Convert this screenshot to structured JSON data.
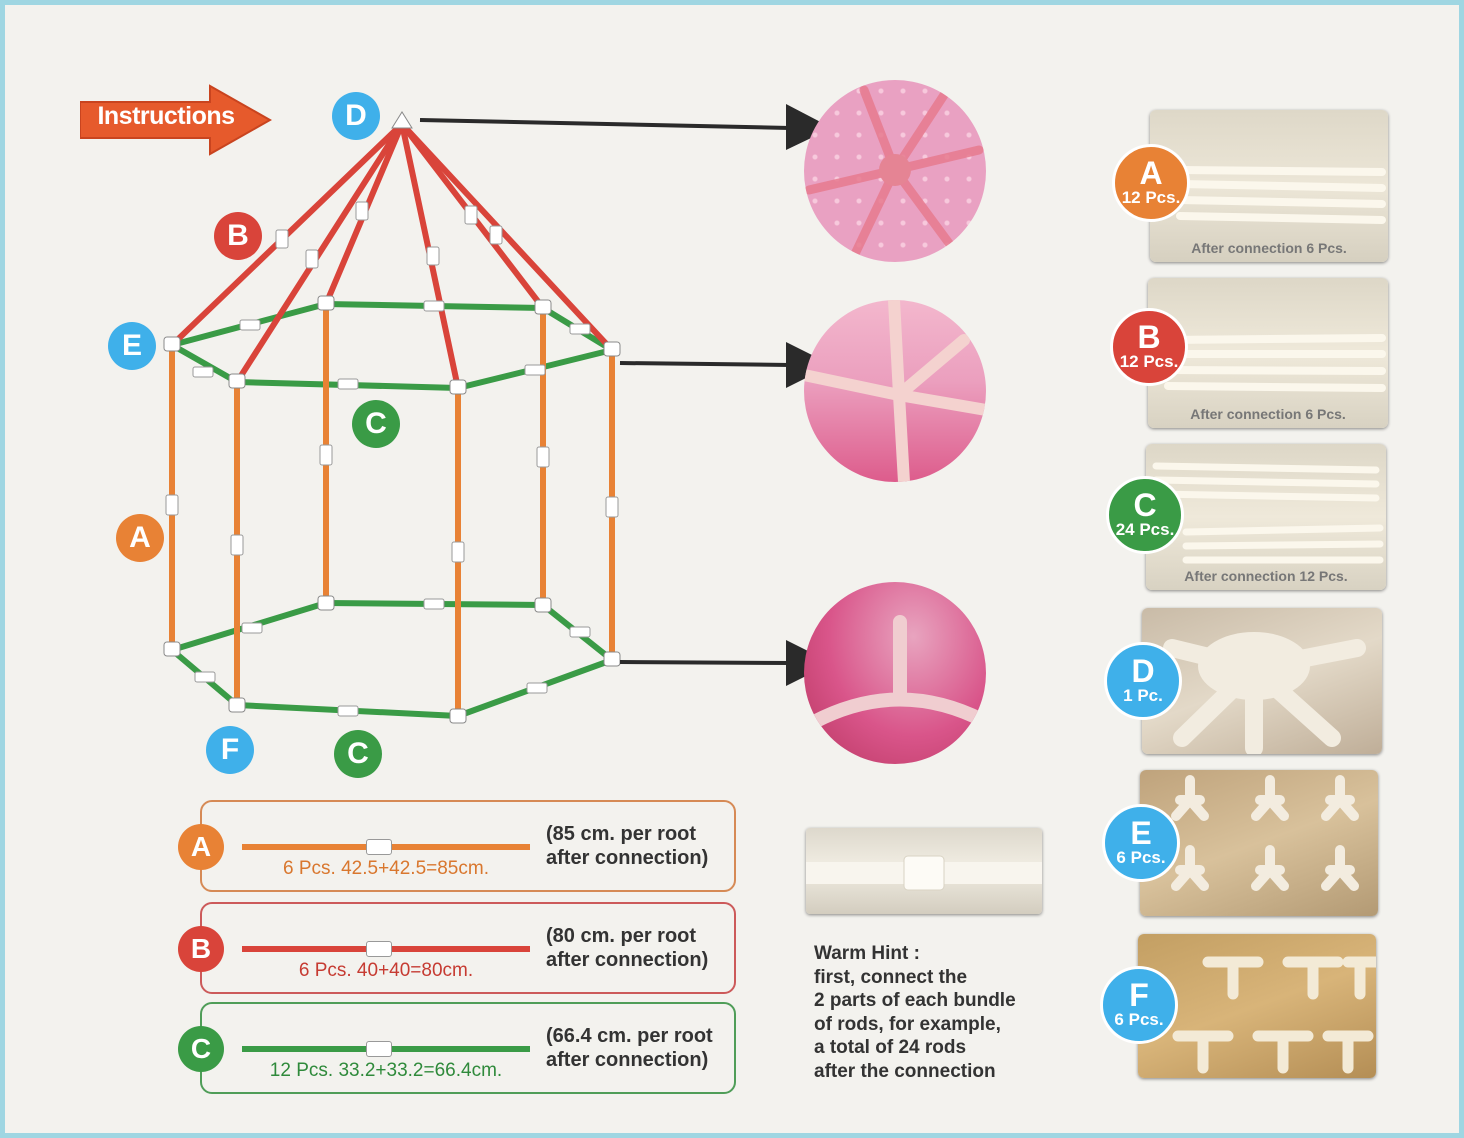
{
  "instructions_label": "Instructions",
  "colors": {
    "orange": "#e88235",
    "red": "#d9443a",
    "green": "#3a9b46",
    "blue": "#3fb0ea"
  },
  "diagram_labels": {
    "D": "D",
    "B": "B",
    "E": "E",
    "C_upper": "C",
    "A": "A",
    "F": "F",
    "C_lower": "C"
  },
  "parts": [
    {
      "letter": "A",
      "count": "12 Pcs.",
      "caption": "After connection 6 Pcs."
    },
    {
      "letter": "B",
      "count": "12 Pcs.",
      "caption": "After connection 6 Pcs."
    },
    {
      "letter": "C",
      "count": "24 Pcs.",
      "caption": "After connection 12 Pcs."
    },
    {
      "letter": "D",
      "count": "1 Pc.",
      "caption": ""
    },
    {
      "letter": "E",
      "count": "6 Pcs.",
      "caption": ""
    },
    {
      "letter": "F",
      "count": "6 Pcs.",
      "caption": ""
    }
  ],
  "specs": [
    {
      "letter": "A",
      "calc": "6 Pcs. 42.5+42.5=85cm.",
      "note_line1": "(85 cm. per root",
      "note_line2": "after connection)"
    },
    {
      "letter": "B",
      "calc": "6 Pcs. 40+40=80cm.",
      "note_line1": "(80 cm. per root",
      "note_line2": "after connection)"
    },
    {
      "letter": "C",
      "calc": "12 Pcs. 33.2+33.2=66.4cm.",
      "note_line1": "(66.4 cm. per root",
      "note_line2": "after connection)"
    }
  ],
  "warm_hint": {
    "title": "Warm Hint :",
    "lines": [
      "first, connect the",
      "2 parts of each bundle",
      "of rods, for example,",
      "a total of 24 rods",
      "after the connection"
    ]
  }
}
